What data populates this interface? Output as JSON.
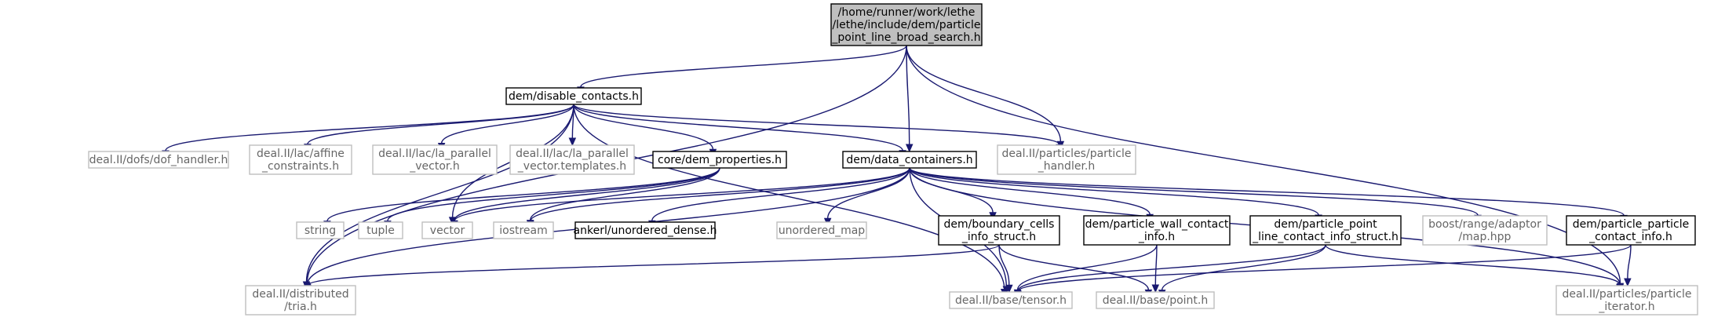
{
  "diagram": {
    "nodes": {
      "root": {
        "lines": [
          "/home/runner/work/lethe",
          "/lethe/include/dem/particle",
          "_point_line_broad_search.h"
        ],
        "kind": "root"
      },
      "disable_contacts": {
        "lines": [
          "dem/disable_contacts.h"
        ],
        "kind": "local"
      },
      "data_containers": {
        "lines": [
          "dem/data_containers.h"
        ],
        "kind": "local"
      },
      "particle_handler": {
        "lines": [
          "deal.II/particles/particle",
          "_handler.h"
        ],
        "kind": "external"
      },
      "dof_handler": {
        "lines": [
          "deal.II/dofs/dof_handler.h"
        ],
        "kind": "external"
      },
      "affine_constraints": {
        "lines": [
          "deal.II/lac/affine",
          "_constraints.h"
        ],
        "kind": "external"
      },
      "la_parallel_vector": {
        "lines": [
          "deal.II/lac/la_parallel",
          "_vector.h"
        ],
        "kind": "external"
      },
      "la_parallel_vector_templates": {
        "lines": [
          "deal.II/lac/la_parallel",
          "_vector.templates.h"
        ],
        "kind": "external"
      },
      "dem_properties": {
        "lines": [
          "core/dem_properties.h"
        ],
        "kind": "local"
      },
      "string": {
        "lines": [
          "string"
        ],
        "kind": "external"
      },
      "tuple": {
        "lines": [
          "tuple"
        ],
        "kind": "external"
      },
      "vector": {
        "lines": [
          "vector"
        ],
        "kind": "external"
      },
      "iostream": {
        "lines": [
          "iostream"
        ],
        "kind": "external"
      },
      "unordered_dense": {
        "lines": [
          "ankerl/unordered_dense.h"
        ],
        "kind": "local"
      },
      "unordered_map": {
        "lines": [
          "unordered_map"
        ],
        "kind": "external"
      },
      "boundary_cells": {
        "lines": [
          "dem/boundary_cells",
          "_info_struct.h"
        ],
        "kind": "local"
      },
      "particle_wall_contact": {
        "lines": [
          "dem/particle_wall_contact",
          "_info.h"
        ],
        "kind": "local"
      },
      "particle_point_line": {
        "lines": [
          "dem/particle_point",
          "_line_contact_info_struct.h"
        ],
        "kind": "local"
      },
      "boost_map": {
        "lines": [
          "boost/range/adaptor",
          "/map.hpp"
        ],
        "kind": "external"
      },
      "particle_particle": {
        "lines": [
          "dem/particle_particle",
          "_contact_info.h"
        ],
        "kind": "local"
      },
      "distributed_tria": {
        "lines": [
          "deal.II/distributed",
          "/tria.h"
        ],
        "kind": "external"
      },
      "tensor": {
        "lines": [
          "deal.II/base/tensor.h"
        ],
        "kind": "external"
      },
      "point": {
        "lines": [
          "deal.II/base/point.h"
        ],
        "kind": "external"
      },
      "particle_iterator": {
        "lines": [
          "deal.II/particles/particle",
          "_iterator.h"
        ],
        "kind": "external"
      }
    },
    "edges": [
      [
        "root",
        "disable_contacts"
      ],
      [
        "root",
        "data_containers"
      ],
      [
        "root",
        "particle_handler"
      ],
      [
        "root",
        "distributed_tria"
      ],
      [
        "root",
        "particle_iterator"
      ],
      [
        "disable_contacts",
        "dof_handler"
      ],
      [
        "disable_contacts",
        "affine_constraints"
      ],
      [
        "disable_contacts",
        "la_parallel_vector"
      ],
      [
        "disable_contacts",
        "la_parallel_vector_templates"
      ],
      [
        "disable_contacts",
        "dem_properties"
      ],
      [
        "disable_contacts",
        "data_containers"
      ],
      [
        "disable_contacts",
        "particle_handler"
      ],
      [
        "disable_contacts",
        "vector"
      ],
      [
        "disable_contacts",
        "distributed_tria"
      ],
      [
        "disable_contacts",
        "tensor"
      ],
      [
        "dem_properties",
        "string"
      ],
      [
        "dem_properties",
        "tuple"
      ],
      [
        "dem_properties",
        "vector"
      ],
      [
        "dem_properties",
        "iostream"
      ],
      [
        "data_containers",
        "vector"
      ],
      [
        "data_containers",
        "iostream"
      ],
      [
        "data_containers",
        "unordered_dense"
      ],
      [
        "data_containers",
        "unordered_map"
      ],
      [
        "data_containers",
        "boundary_cells"
      ],
      [
        "data_containers",
        "particle_wall_contact"
      ],
      [
        "data_containers",
        "particle_point_line"
      ],
      [
        "data_containers",
        "boost_map"
      ],
      [
        "data_containers",
        "particle_particle"
      ],
      [
        "data_containers",
        "distributed_tria"
      ],
      [
        "data_containers",
        "tensor"
      ],
      [
        "data_containers",
        "particle_iterator"
      ],
      [
        "boundary_cells",
        "distributed_tria"
      ],
      [
        "boundary_cells",
        "tensor"
      ],
      [
        "boundary_cells",
        "point"
      ],
      [
        "particle_wall_contact",
        "tensor"
      ],
      [
        "particle_wall_contact",
        "point"
      ],
      [
        "particle_point_line",
        "tensor"
      ],
      [
        "particle_point_line",
        "point"
      ],
      [
        "particle_point_line",
        "particle_iterator"
      ],
      [
        "particle_particle",
        "tensor"
      ],
      [
        "particle_particle",
        "particle_iterator"
      ]
    ]
  }
}
